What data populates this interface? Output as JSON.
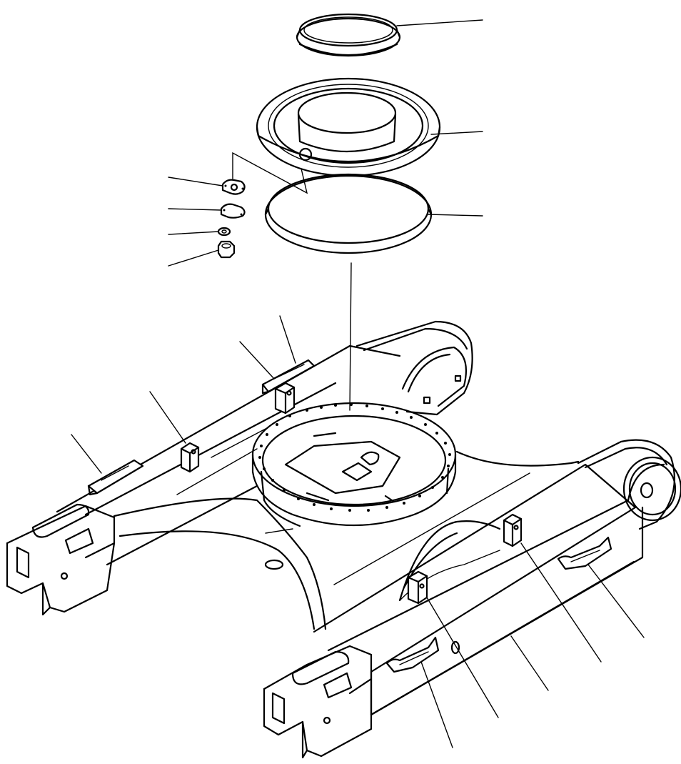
{
  "diagram": {
    "type": "exploded-parts-view",
    "colors": {
      "line": "#000000",
      "background": "#ffffff"
    },
    "parts": [
      {
        "id": "swing-bearing-seal-ring",
        "icon": "ring-icon"
      },
      {
        "id": "swing-circle-cover",
        "icon": "ring-icon"
      },
      {
        "id": "o-ring-seal",
        "icon": "ring-icon"
      },
      {
        "id": "plate-with-hole",
        "icon": "plate-icon"
      },
      {
        "id": "plate-blank",
        "icon": "plate-icon"
      },
      {
        "id": "washer",
        "icon": "washer-icon"
      },
      {
        "id": "nut",
        "icon": "nut-icon"
      },
      {
        "id": "track-guide-left-front",
        "icon": "bracket-icon"
      },
      {
        "id": "track-guide-left-rear",
        "icon": "bracket-icon"
      },
      {
        "id": "guard-block-left-front",
        "icon": "block-icon"
      },
      {
        "id": "guard-block-left-rear",
        "icon": "block-icon"
      },
      {
        "id": "track-guide-right-front",
        "icon": "bracket-icon"
      },
      {
        "id": "track-guide-right-rear",
        "icon": "bracket-icon"
      },
      {
        "id": "guard-block-right-front",
        "icon": "block-icon"
      },
      {
        "id": "guard-block-right-rear",
        "icon": "block-icon"
      },
      {
        "id": "track-frame",
        "icon": "frame-icon"
      }
    ]
  }
}
